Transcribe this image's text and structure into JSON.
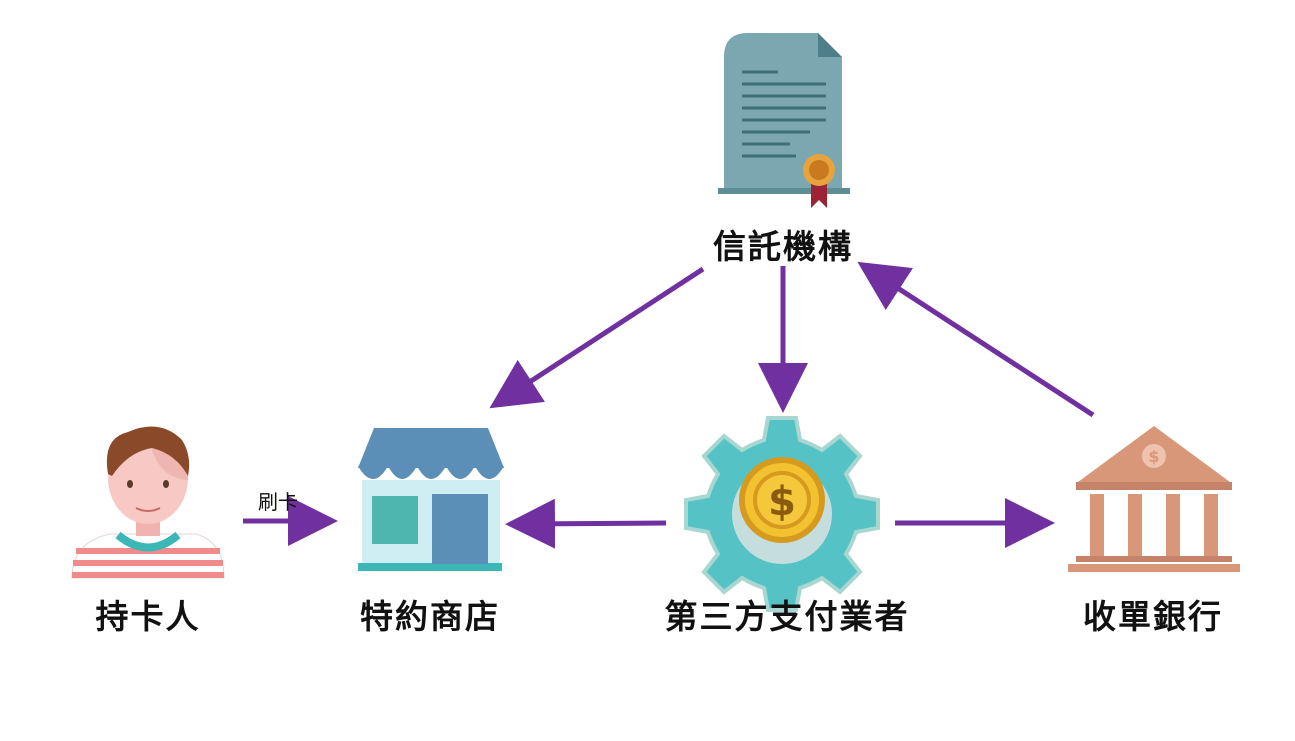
{
  "diagram": {
    "nodes": {
      "trust": {
        "label": "信託機構",
        "icon": "certificate-icon"
      },
      "cardholder": {
        "label": "持卡人",
        "icon": "person-avatar-icon"
      },
      "merchant": {
        "label": "特約商店",
        "icon": "storefront-icon"
      },
      "payment": {
        "label": "第三方支付業者",
        "icon": "gear-dollar-icon"
      },
      "acquirer": {
        "label": "收單銀行",
        "icon": "bank-building-icon"
      }
    },
    "edges": [
      {
        "from": "trust",
        "to": "merchant",
        "label": ""
      },
      {
        "from": "trust",
        "to": "payment",
        "label": ""
      },
      {
        "from": "acquirer",
        "to": "trust",
        "label": ""
      },
      {
        "from": "cardholder",
        "to": "merchant",
        "label": "刷卡"
      },
      {
        "from": "payment",
        "to": "merchant",
        "label": ""
      },
      {
        "from": "payment",
        "to": "acquirer",
        "label": ""
      }
    ],
    "colors": {
      "arrow": "#7030a0",
      "document": "#7aa7b0",
      "store_roof": "#5b8fb8",
      "gear": "#55c3c5",
      "coin": "#f2c230",
      "bank": "#d9977a"
    }
  }
}
